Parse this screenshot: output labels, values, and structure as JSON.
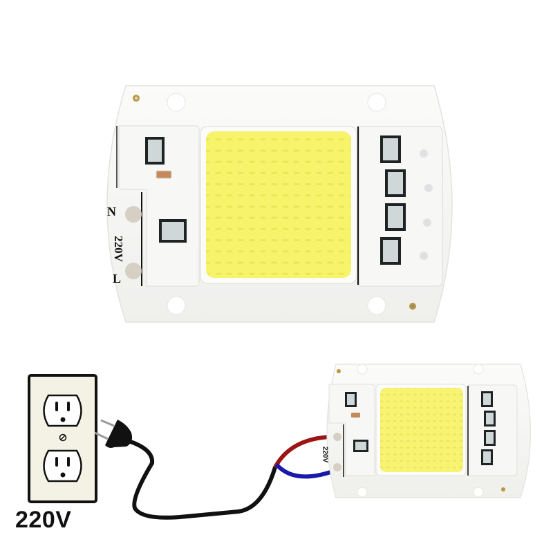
{
  "image": {
    "description": "COB LED chip module 220V wiring illustration",
    "big_module": {
      "terminal_labels": {
        "neutral": "N",
        "voltage": "220V",
        "live": "L"
      },
      "led_grid": {
        "rows": 12,
        "cols": 12,
        "color": "#f7f36a"
      },
      "right_ic_count": 4
    },
    "small_module": {
      "voltage_label": "220V",
      "led_grid": {
        "rows": 12,
        "cols": 12,
        "color": "#f8f372"
      },
      "right_ic_count": 4
    },
    "outlet": {
      "label": "220V",
      "plate_color": "#f4f2e4",
      "receptacles": 2
    },
    "wires": {
      "cord_color": "#111111",
      "live_wire_color": "#9b1515",
      "neutral_wire_color": "#1a1aa8"
    },
    "colors": {
      "pcb": "#f4f4f2",
      "pcb_edge": "#dcdcd8",
      "ic_dark": "#1e2424",
      "ic_face": "#cfd7d8",
      "resistor": "#c48a5c",
      "pad": "#d6cfc4",
      "via_ring": "#b8973e"
    }
  }
}
